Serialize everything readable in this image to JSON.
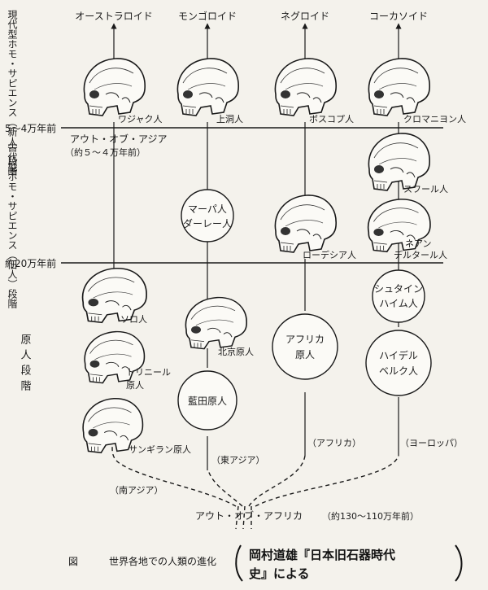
{
  "stages": {
    "modern": "現代型ホモ・サピエンス（新人）段階",
    "archaic": "古代型ホモ・サピエンス（旧人）段階",
    "erectus": "原人段階"
  },
  "time_labels": {
    "t1": "5～4万年前",
    "t2": "約20万年前"
  },
  "groups": {
    "australoid": "オーストラロイド",
    "mongoloid": "モンゴロイド",
    "negroid": "ネグロイド",
    "caucasoid": "コーカソイド"
  },
  "fossils": {
    "wajak": "ワジャク人",
    "upper_cave": "上洞人",
    "boskop": "ボスコプ人",
    "cromagnon": "クロマニヨン人",
    "skhul": "スフール人",
    "rhodesia": "ローデシア人",
    "neanderthal_1": "ネアン",
    "neanderthal_2": "デルタール人",
    "solo": "ソロ人",
    "trinil_1": "トリニール",
    "trinil_2": "原人",
    "sangiran": "サンギラン原人",
    "peking": "北京原人"
  },
  "circles": {
    "mapa_1": "マーパ人",
    "mapa_2": "ダーレー人",
    "lantian": "藍田原人",
    "africa_1": "アフリカ",
    "africa_2": "原人",
    "steinheim_1": "シュタイン",
    "steinheim_2": "ハイム人",
    "heidelberg_1": "ハイデル",
    "heidelberg_2": "ベルク人"
  },
  "out_of_asia": {
    "label": "アウト・オブ・アジア",
    "date": "（約５～４万年前）"
  },
  "regions": {
    "south_asia": "（南アジア）",
    "east_asia": "（東アジア）",
    "africa": "（アフリカ）",
    "europe": "（ヨーロッパ）"
  },
  "out_of_africa": {
    "label": "アウト・オブ・アフリカ",
    "date": "（約130～110万年前）"
  },
  "caption": {
    "figure": "図",
    "title": "世界各地での人類の進化"
  },
  "source_note": {
    "line1": "岡村道雄『日本旧石器時代",
    "line2": "史』による"
  }
}
